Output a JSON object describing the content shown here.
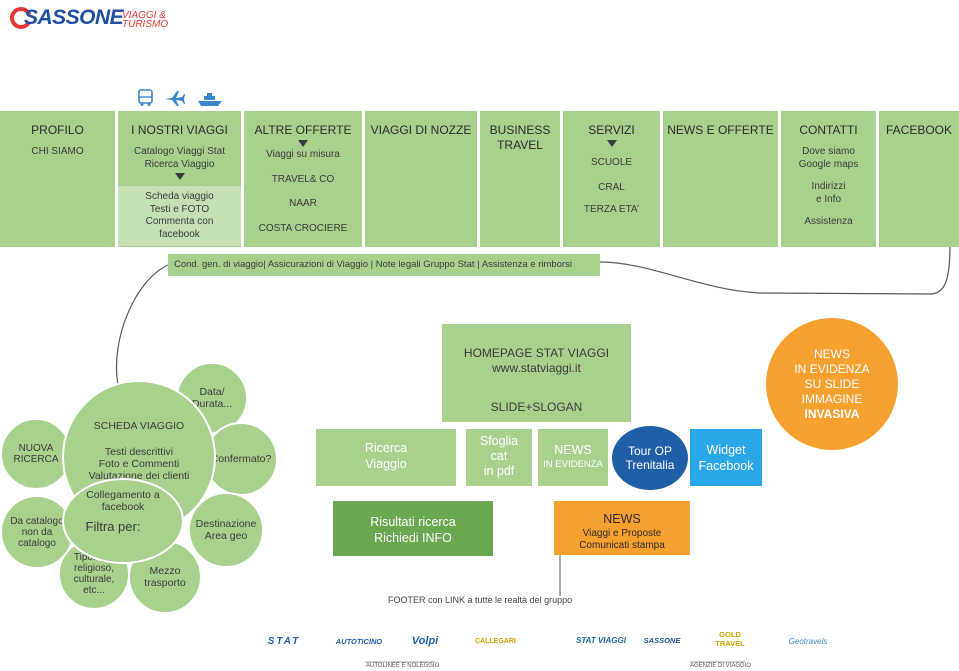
{
  "logo": {
    "brand": "SASSONE",
    "sub1": "VIAGGI &",
    "sub2": "TURISMO"
  },
  "nav": [
    {
      "title": "PROFILO",
      "lines": [
        "CHI SIAMO"
      ]
    },
    {
      "title": "I NOSTRI VIAGGI",
      "lines": [
        "Catalogo Viaggi Stat",
        "Ricerca Viaggio"
      ],
      "sub": [
        "Scheda viaggio",
        "Testi e FOTO",
        "Commenta con",
        "facebook"
      ]
    },
    {
      "title": "ALTRE OFFERTE",
      "lines": [
        "Viaggi su misura",
        "TRAVEL& CO",
        "NAAR",
        "COSTA CROCIERE"
      ]
    },
    {
      "title": "VIAGGI DI NOZZE",
      "lines": []
    },
    {
      "title": "BUSINESS",
      "title2": "TRAVEL",
      "lines": []
    },
    {
      "title": "SERVIZI",
      "lines": [
        "SCUOLE",
        "CRAL",
        "TERZA ETA’"
      ]
    },
    {
      "title": "NEWS E OFFERTE",
      "lines": []
    },
    {
      "title": "CONTATTI",
      "lines": [
        "Dove siamo",
        "Google maps",
        "Indirizzi",
        "e Info",
        "Assistenza"
      ]
    },
    {
      "title": "FACEBOOK",
      "lines": []
    }
  ],
  "info_bar": "Cond. gen. di viaggio| Assicurazioni di Viaggio | Note legali Gruppo Stat | Assistenza e rimborsi",
  "flower": {
    "center_title": "SCHEDA VIAGGIO",
    "center_lines": [
      "Testi descrittivi",
      "Foto e Commenti",
      "Valutazione dei clienti"
    ],
    "center_bottom": "Collegamento a facebook",
    "filtra": "Filtra per:",
    "petals": {
      "nuova": [
        "NUOVA",
        "RICERCA"
      ],
      "data": [
        "Data/",
        "Durata..."
      ],
      "confermato": [
        "Confermato?"
      ],
      "destinazione": [
        "Destinazione",
        "Area geo"
      ],
      "mezzo": [
        "Mezzo",
        "trasporto"
      ],
      "tipologia": [
        "Tipologia",
        "religioso,",
        "culturale,",
        "etc..."
      ],
      "catalogo": [
        "Da catalogo",
        "non da",
        "catalogo"
      ]
    }
  },
  "homepage": {
    "line1": "HOMEPAGE STAT VIAGGI",
    "line2": "www.statviaggi.it",
    "slide": "SLIDE+SLOGAN"
  },
  "homeboxes": {
    "ricerca": [
      "Ricerca",
      "Viaggio"
    ],
    "sfoglia": [
      "Sfoglia",
      "cat",
      "in pdf"
    ],
    "news_title": "NEWS",
    "news_sub": "IN EVIDENZA",
    "tour": [
      "Tour OP",
      "Trenitalia"
    ],
    "widget": [
      "Widget",
      "Facebook"
    ],
    "risultati": [
      "Risultati ricerca",
      "Richiedi INFO"
    ],
    "news2_title": "NEWS",
    "news2_lines": [
      "Viaggi e Proposte",
      "Comunicati stampa"
    ],
    "slide_circle": [
      "NEWS",
      "IN EVIDENZA",
      "SU SLIDE",
      "IMMAGINE",
      "INVASIVA"
    ]
  },
  "footer_note": "FOOTER con LINK a tutte le realtà del gruppo",
  "partner_logos": [
    "STAT",
    "AUTOTICINO",
    "Volpi",
    "CALLEGARI",
    "STAT VIAGGI",
    "SASSONE",
    "GOLD TRAVEL",
    "Geotravels"
  ],
  "footer_labels": {
    "left": "AUTOLINEE E NOLEGGIO",
    "right": "AGENZIE DI VIAGGIO"
  },
  "colors": {
    "green": "#a9d18e",
    "dark_green": "#6aa84f",
    "orange": "#f6a02f",
    "blue": "#2e75b6",
    "cyan": "#1e9fe2",
    "red": "#e53935",
    "line": "#5a5a5a"
  },
  "icons": [
    "bus-icon",
    "plane-icon",
    "ship-icon"
  ]
}
